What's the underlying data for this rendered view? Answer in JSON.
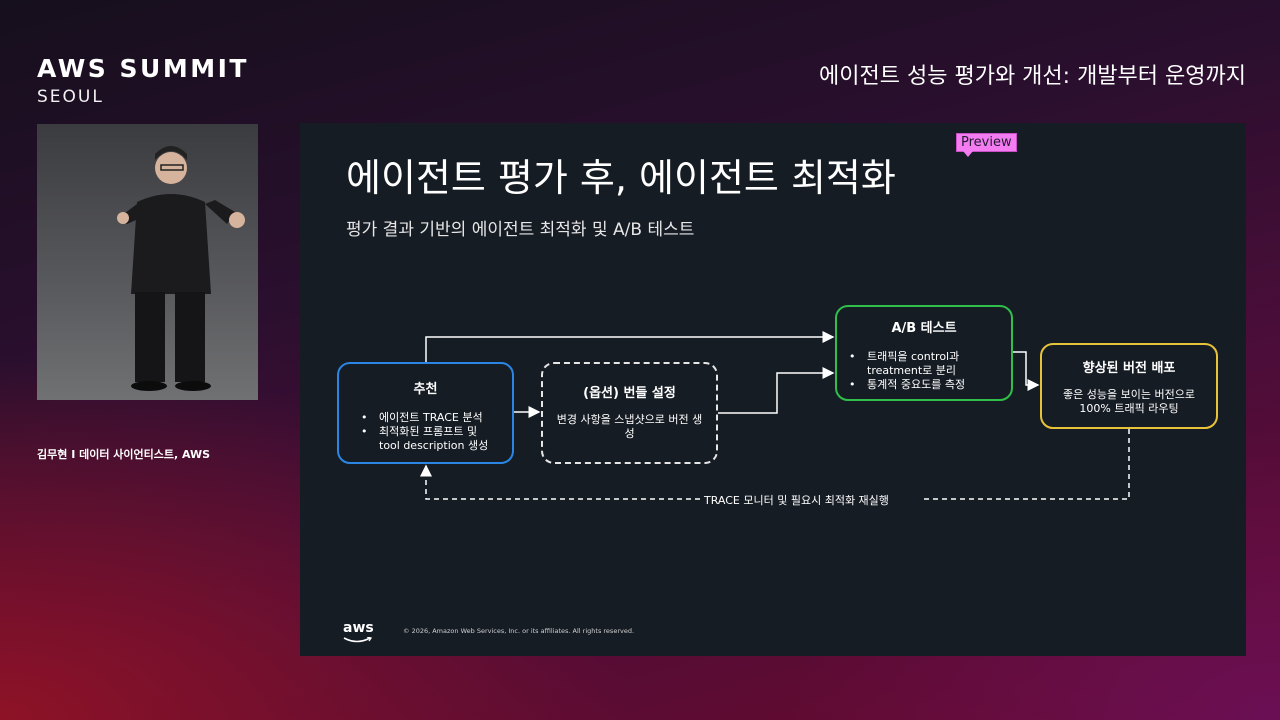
{
  "brand": {
    "name": "AWS SUMMIT",
    "city": "SEOUL"
  },
  "talk_title": "에이전트 성능 평가와 개선: 개발부터 운영까지",
  "speaker": "김무현 I 데이터 사이언티스트, AWS",
  "slide": {
    "title": "에이전트 평가 후, 에이전트 최적화",
    "badge": "Preview",
    "subtitle": "평가 결과 기반의 에이전트 최적화 및 A/B 테스트",
    "diagram": {
      "recommend": {
        "title": "추천",
        "items": [
          "에이전트 TRACE 분석",
          "최적화된 프롬프트 및 tool description 생성"
        ]
      },
      "bundle": {
        "title": "(옵션) 번들 설정",
        "desc": "변경 사항을 스냅샷으로 버전 생성"
      },
      "ab_test": {
        "title": "A/B 테스트",
        "items": [
          "트래픽을 control과 treatment로 분리",
          "통계적 중요도를 측정"
        ]
      },
      "deploy": {
        "title": "향상된 버전 배포",
        "desc": "좋은 성능을 보이는 버전으로 100% 트래픽 라우팅"
      },
      "loop_label": "TRACE 모니터 및 필요시 최적화 재실행"
    },
    "footer": {
      "logo": "aws",
      "copyright": "© 2026, Amazon Web Services, Inc. or its affiliates. All rights reserved."
    }
  },
  "colors": {
    "recommend_border": "#2a86e2",
    "ab_border": "#2fbf4a",
    "deploy_border": "#e8c33a",
    "badge": "#f27cf0"
  }
}
